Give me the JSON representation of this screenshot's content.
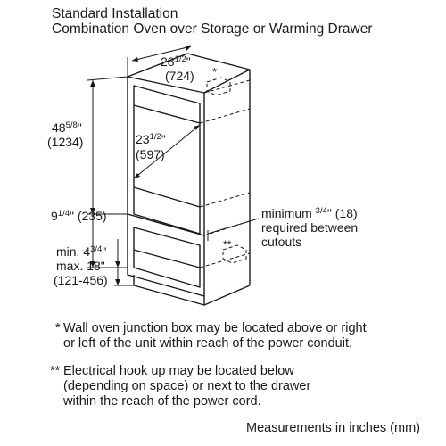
{
  "title": {
    "line1": "Standard Installation",
    "line2": "Combination Oven over Storage or Warming Drawer"
  },
  "dimensions": {
    "width_top": {
      "whole": "28",
      "frac": "1/2",
      "unit": "\"",
      "mm": "(724)"
    },
    "height_oven": {
      "whole": "48",
      "frac": "5/8",
      "unit": "\"",
      "mm": "(1234)"
    },
    "depth": {
      "whole": "23",
      "frac": "1/2",
      "unit": "\"",
      "mm": "(597)"
    },
    "drawer_height": {
      "whole": "9",
      "frac": "1/4",
      "unit": "\"",
      "mm": "(235)"
    },
    "floor_min": {
      "prefix": "min. 4",
      "frac": "3/4",
      "unit": "\""
    },
    "floor_max": "max. 18\"",
    "floor_mm": "(121-456)"
  },
  "callouts": {
    "minimum_line1_pre": "minimum ",
    "minimum_frac": "3/4",
    "minimum_line1_post": "\" (18)",
    "minimum_line2": "required between",
    "minimum_line3": "cutouts",
    "star_single": "*",
    "star_double": "**"
  },
  "notes": {
    "note1_marker": "*",
    "note1_line1": "Wall oven junction box may be located above or right",
    "note1_line2": "or left of the unit within reach of the power conduit.",
    "note2_marker": "**",
    "note2_line1": "Electrical hook up may be located below",
    "note2_line2": "(depending on space) or next to the drawer",
    "note2_line3": "within the reach of the power cord."
  },
  "footer": "Measurements in inches (mm)"
}
